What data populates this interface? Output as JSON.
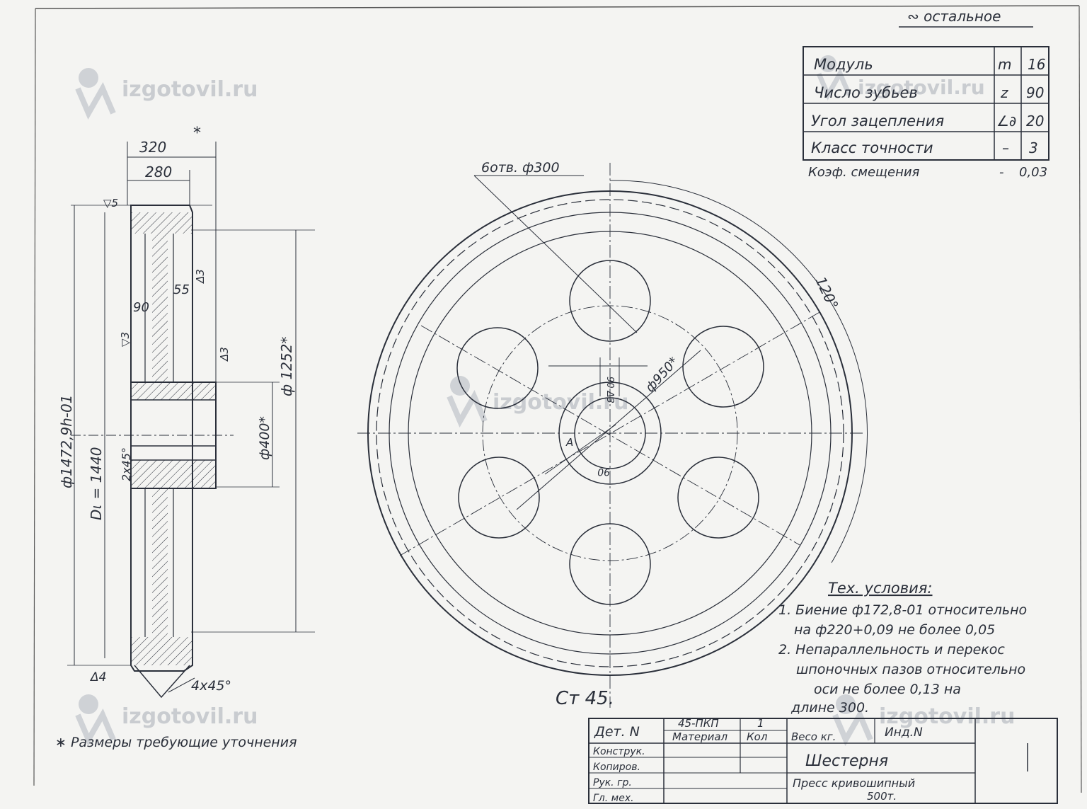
{
  "corner_note": "∾ остальное",
  "params_table": {
    "rows": [
      {
        "name": "Модуль",
        "symbol": "m",
        "value": "16"
      },
      {
        "name": "Число зубьев",
        "symbol": "z",
        "value": "90"
      },
      {
        "name": "Угол зацепления",
        "symbol": "∠∂",
        "value": "20"
      },
      {
        "name": "Класс точности",
        "symbol": "–",
        "value": "3"
      }
    ],
    "extra_name": "Коэф. смещения",
    "extra_symbol": "-",
    "extra_value": "0,03"
  },
  "side_view": {
    "dim_total_width": "320",
    "dim_total_width_mark": "*",
    "dim_rim_width": "280",
    "dim_web": "55",
    "dim_hole_width": "90",
    "dim_outer": "ф1472,9h-01",
    "dim_pitch": "Dɩ = 1440",
    "dim_hub_bore": "ф400*",
    "dim_hub_circle": "ф 1252*",
    "dim_chamfer_small": "2x45°",
    "dim_chamfer_big": "4x45°",
    "rough_top": "▽5",
    "rough_bottom": "Δ4",
    "rough_1": "Δ3",
    "rough_2": "▽3",
    "rough_3": "Δ3"
  },
  "front_view": {
    "holes_label": "6отв. ф300",
    "circle_label": "ф950*",
    "angle_label": "120°",
    "small_a": "A",
    "small_b": "90",
    "small_c": "90 Δ3"
  },
  "tech": {
    "title": "Тех. условия:",
    "lines": [
      "1. Биение ф172,8-01 относительно",
      "на ф220+0,09 не более 0,05",
      "2. Непараллельность и перекос",
      "шпоночных пазов относительно",
      "оси не более 0,13 на",
      "длине 300."
    ]
  },
  "material": "Ст 45.",
  "footnote": "∗ Размеры требующие уточнения",
  "title_block": {
    "r1_a": "Дет. N",
    "r1_b": "45-ПКП",
    "r1_c": "1",
    "r1_d": "Инд.N",
    "r2_b": "Материал",
    "r2_c": "Кол",
    "r2_d": "Весо кг.",
    "r3_a": "Конструк.",
    "r4_a": "Копиров.",
    "r5_a": "Рук. гр.",
    "r6_a": "Гл. мех.",
    "part_name": "Шестерня",
    "press_1": "Пресс кривошипный",
    "press_2": "500т."
  },
  "watermark": "izgotovil.ru"
}
